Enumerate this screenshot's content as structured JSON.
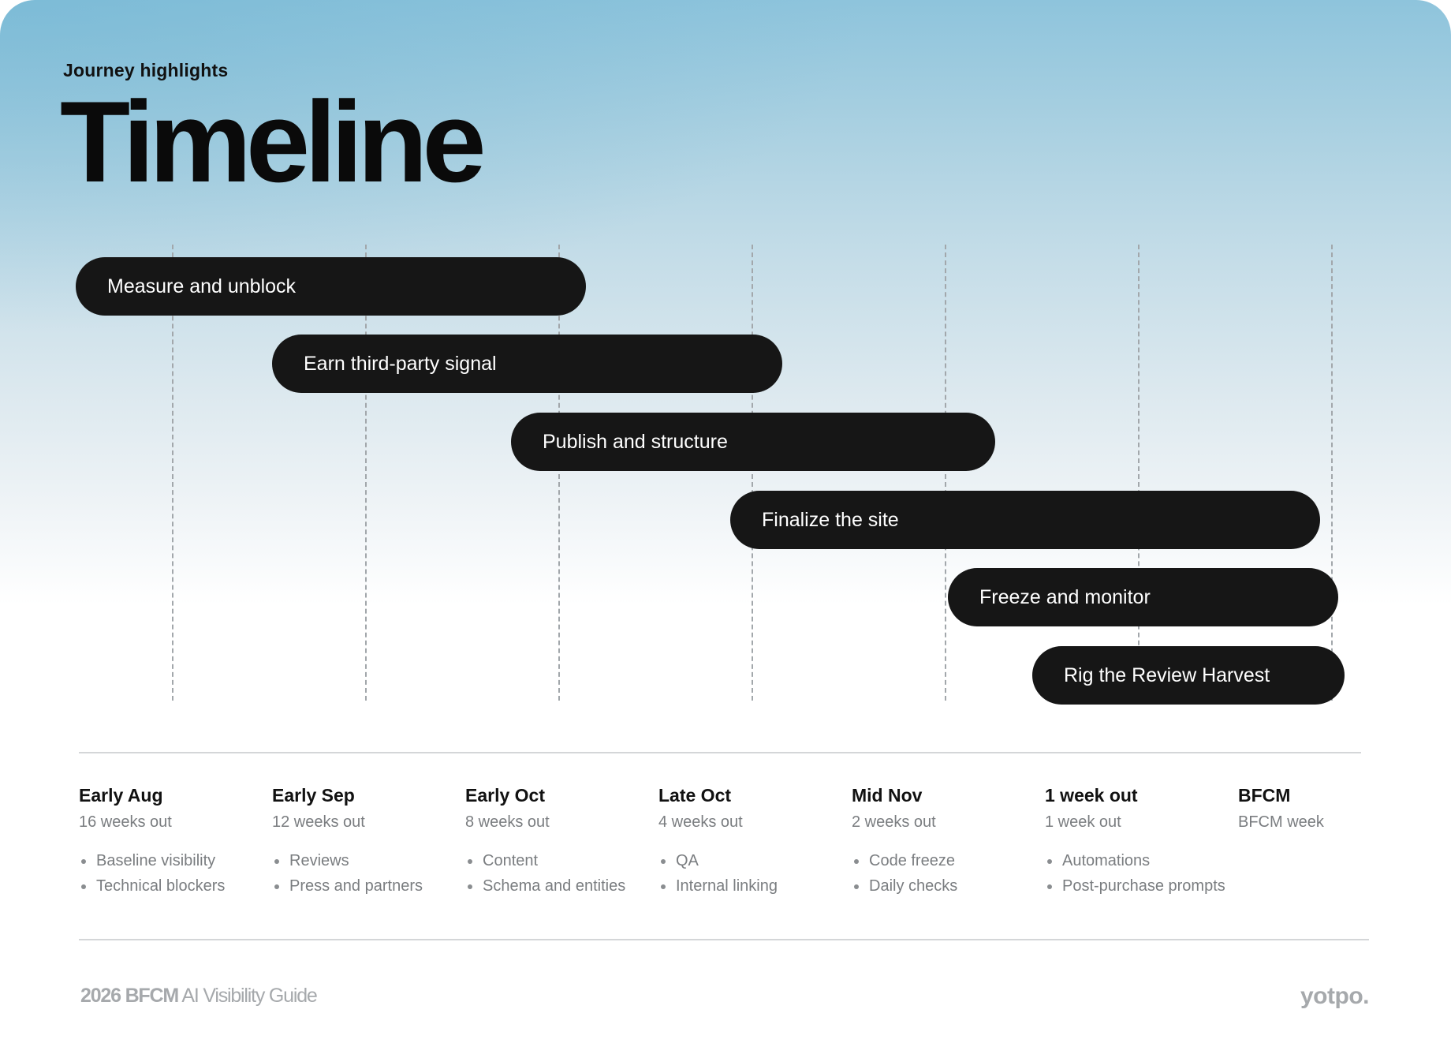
{
  "header": {
    "eyebrow": "Journey highlights",
    "title": "Timeline"
  },
  "bars": [
    {
      "label": "Measure and unblock"
    },
    {
      "label": "Earn third-party signal"
    },
    {
      "label": "Publish and structure"
    },
    {
      "label": "Finalize the site"
    },
    {
      "label": "Freeze and monitor"
    },
    {
      "label": "Rig the Review Harvest"
    }
  ],
  "milestones": [
    {
      "title": "Early Aug",
      "subtitle": "16 weeks out",
      "items": [
        "Baseline visibility",
        "Technical blockers"
      ]
    },
    {
      "title": "Early Sep",
      "subtitle": "12 weeks out",
      "items": [
        "Reviews",
        "Press and partners"
      ]
    },
    {
      "title": "Early Oct",
      "subtitle": "8 weeks out",
      "items": [
        "Content",
        "Schema and entities"
      ]
    },
    {
      "title": "Late Oct",
      "subtitle": "4 weeks out",
      "items": [
        "QA",
        "Internal linking"
      ]
    },
    {
      "title": "Mid Nov",
      "subtitle": "2 weeks out",
      "items": [
        "Code freeze",
        "Daily checks"
      ]
    },
    {
      "title": "1 week out",
      "subtitle": "1 week out",
      "items": [
        "Automations",
        "Post-purchase prompts"
      ]
    },
    {
      "title": "BFCM",
      "subtitle": "BFCM week",
      "items": []
    }
  ],
  "footer": {
    "guide_year": "2026",
    "guide_event": "BFCM",
    "guide_name": "AI Visibility Guide",
    "brand": "yotpo."
  }
}
